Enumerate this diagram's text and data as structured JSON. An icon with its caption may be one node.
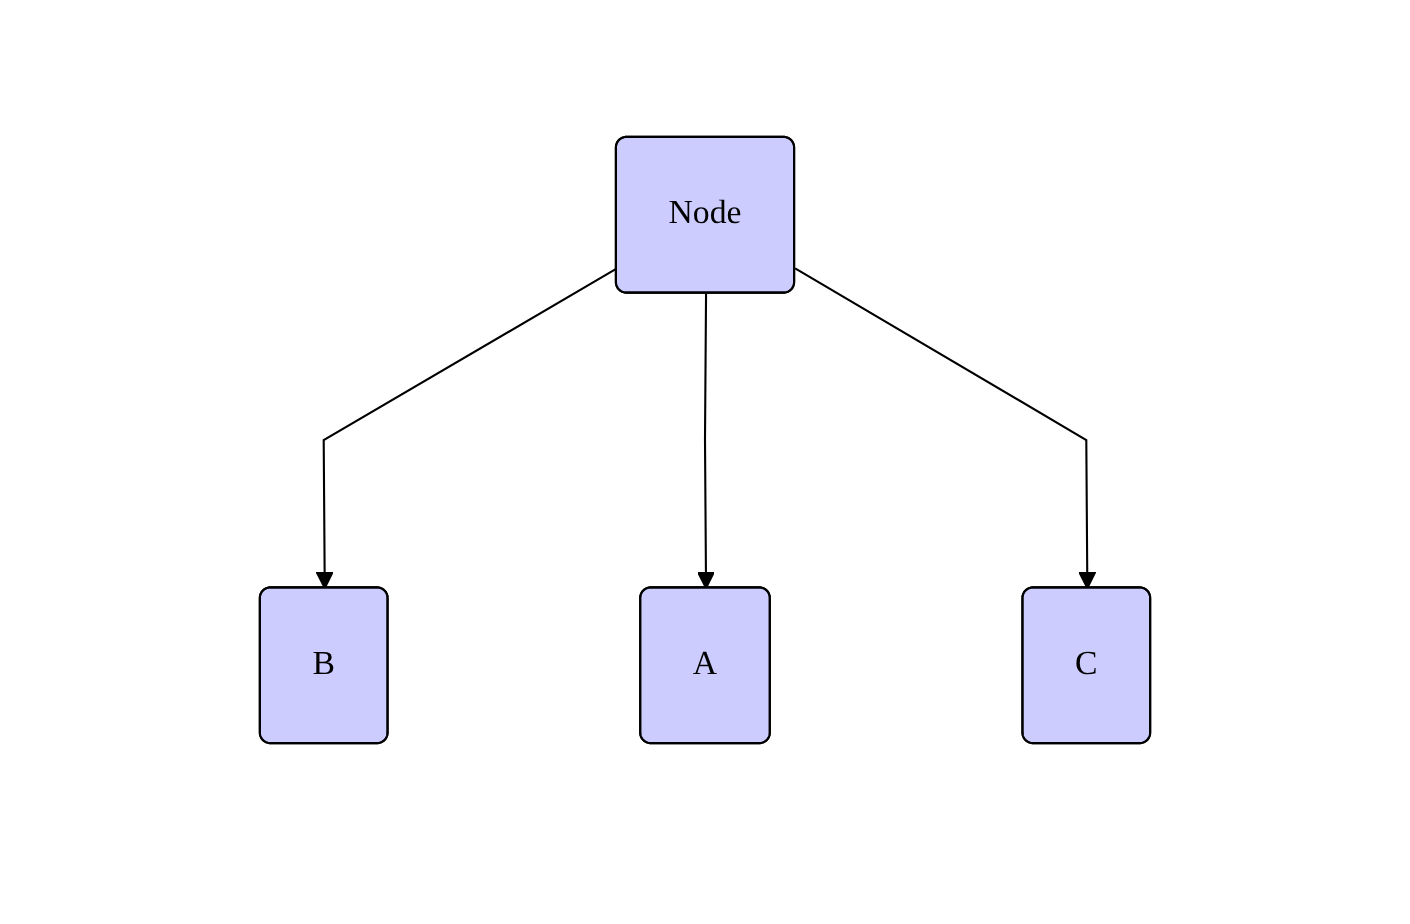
{
  "diagram": {
    "nodes": [
      {
        "text": [
          "Node"
        ]
      },
      {
        "text": [
          "B"
        ]
      },
      {
        "text": [
          "A"
        ]
      },
      {
        "text": [
          "C"
        ]
      }
    ],
    "edges": [
      {
        "from": 0,
        "to": 1,
        "arrow": "to"
      },
      {
        "from": 0,
        "to": 2,
        "arrow": "to"
      },
      {
        "from": 0,
        "to": 3,
        "arrow": "to"
      }
    ]
  }
}
